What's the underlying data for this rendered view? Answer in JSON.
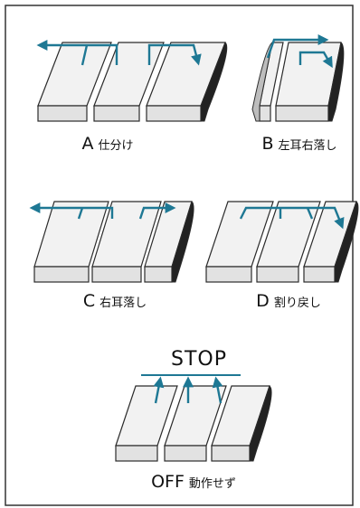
{
  "colors": {
    "arrow": "#1e7894",
    "outline": "#2b2b2b",
    "board_face": "#f2f2f2",
    "board_front": "#e2e2e2",
    "board_edge": "#222222",
    "rule": "#1e7894"
  },
  "panels": [
    {
      "id": "A",
      "letter": "A",
      "label": "仕分け"
    },
    {
      "id": "B",
      "letter": "B",
      "label": "左耳右落し"
    },
    {
      "id": "C",
      "letter": "C",
      "label": "右耳落し"
    },
    {
      "id": "D",
      "letter": "D",
      "label": "割り戻し"
    }
  ],
  "stop": {
    "label": "STOP",
    "caption_letter": "OFF",
    "caption_text": "動作せず"
  },
  "icons": [
    "arrow-left-icon",
    "arrow-right-icon",
    "arrow-up-icon",
    "board-icon"
  ]
}
